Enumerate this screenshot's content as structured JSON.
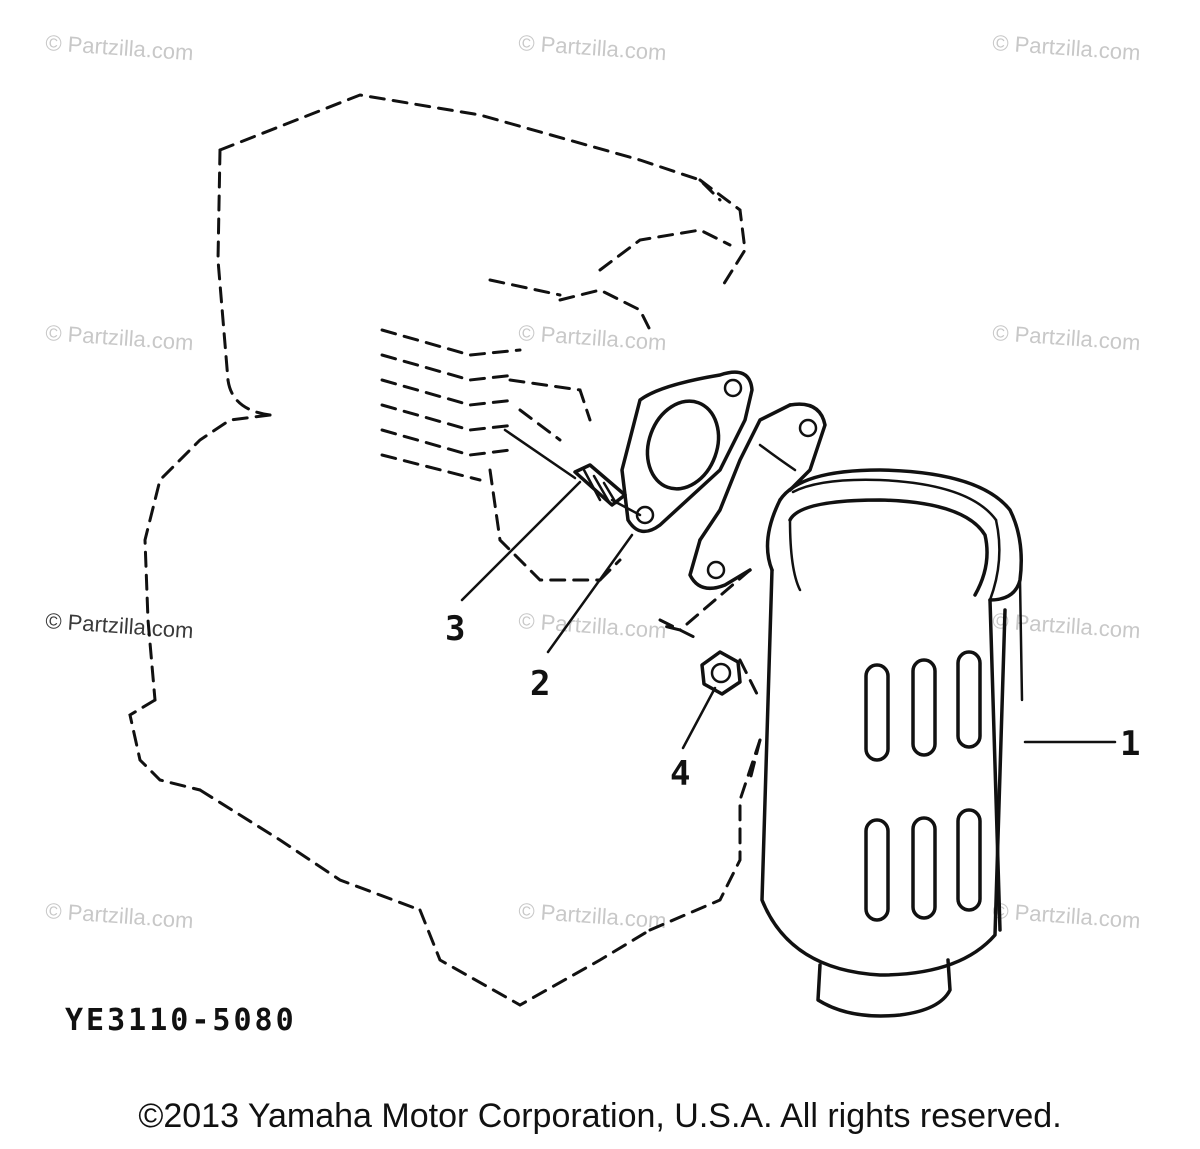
{
  "watermark": {
    "text": "© Partzilla.com"
  },
  "callouts": {
    "part_1": "1",
    "part_2": "2",
    "part_3": "3",
    "part_4": "4"
  },
  "diagram_code": "YE3110-5080",
  "copyright": "©2013 Yamaha Motor Corporation, U.S.A. All rights reserved."
}
